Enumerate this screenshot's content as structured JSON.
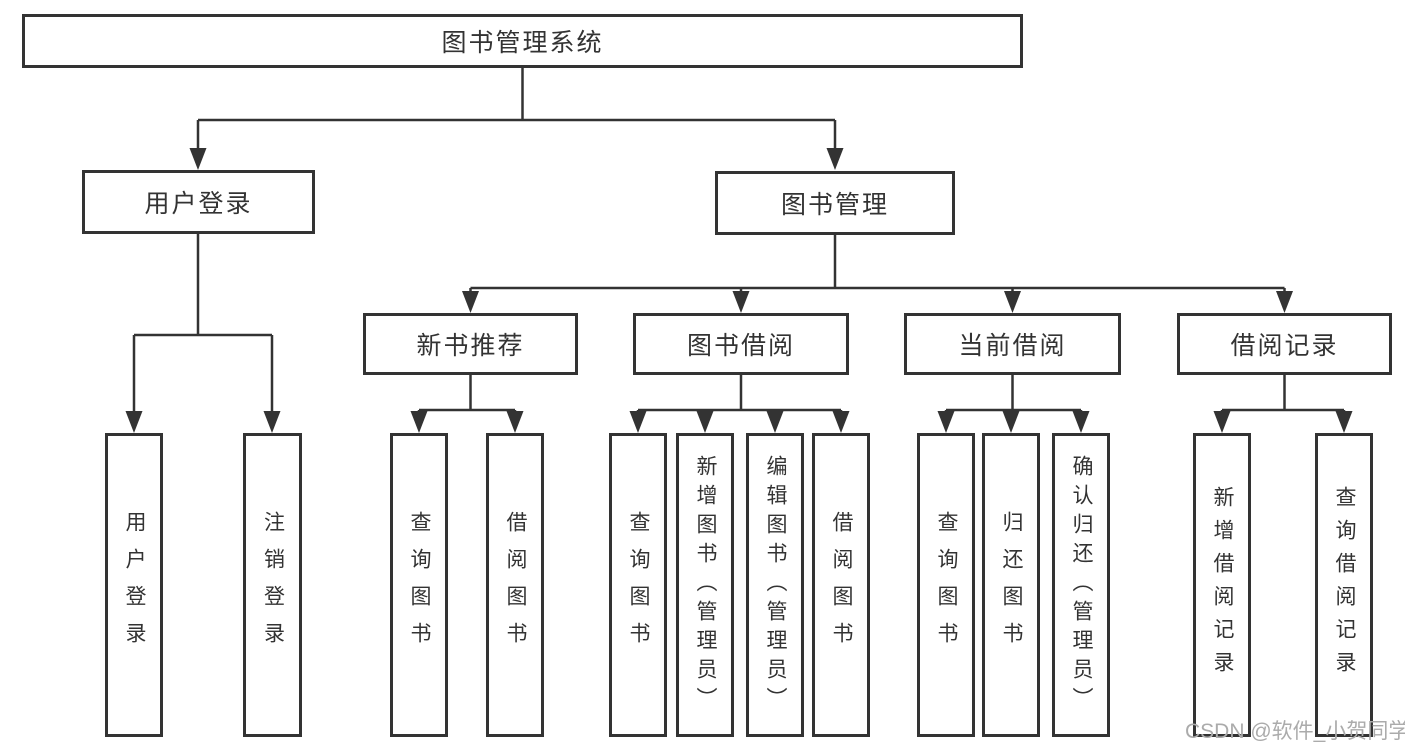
{
  "tree": {
    "label": "图书管理系统",
    "children": [
      {
        "label": "用户登录",
        "children": [
          {
            "label": "用户登录"
          },
          {
            "label": "注销登录"
          }
        ]
      },
      {
        "label": "图书管理",
        "children": [
          {
            "label": "新书推荐",
            "children": [
              {
                "label": "查询图书"
              },
              {
                "label": "借阅图书"
              }
            ]
          },
          {
            "label": "图书借阅",
            "children": [
              {
                "label": "查询图书"
              },
              {
                "label": "新增图书（管理员）"
              },
              {
                "label": "编辑图书（管理员）"
              },
              {
                "label": "借阅图书"
              }
            ]
          },
          {
            "label": "当前借阅",
            "children": [
              {
                "label": "查询图书"
              },
              {
                "label": "归还图书"
              },
              {
                "label": "确认归还（管理员）"
              }
            ]
          },
          {
            "label": "借阅记录",
            "children": [
              {
                "label": "新增借阅记录"
              },
              {
                "label": "查询借阅记录"
              }
            ]
          }
        ]
      }
    ]
  },
  "watermark": "CSDN @软件_小贺同学",
  "colors": {
    "line": "#333333",
    "box_border": "#333333",
    "text": "#333333",
    "watermark": "#ababab",
    "background": "#ffffff"
  }
}
